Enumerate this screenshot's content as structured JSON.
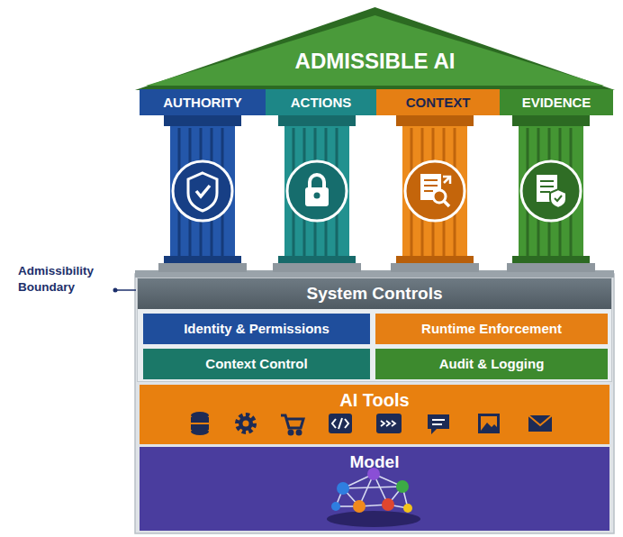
{
  "diagram": {
    "nodes": [
      {
        "text": [
          "ADMISSIBLE AI"
        ]
      },
      {
        "text": [
          "AUTHORITY"
        ]
      },
      {
        "text": [
          "ACTIONS"
        ]
      },
      {
        "text": [
          "CONTEXT"
        ]
      },
      {
        "text": [
          "EVIDENCE"
        ]
      },
      {
        "text": [
          "System Controls"
        ]
      },
      {
        "text": [
          "Identity & Permissions"
        ],
        "in": 5
      },
      {
        "text": [
          "Runtime Enforcement"
        ],
        "in": 5
      },
      {
        "text": [
          "Context Control"
        ],
        "in": 5
      },
      {
        "text": [
          "Audit & Logging"
        ],
        "in": 5
      },
      {
        "text": [
          "AI Tools"
        ]
      },
      {
        "text": [
          "Model"
        ]
      }
    ],
    "labels": [
      "Admissibility Boundary"
    ]
  }
}
